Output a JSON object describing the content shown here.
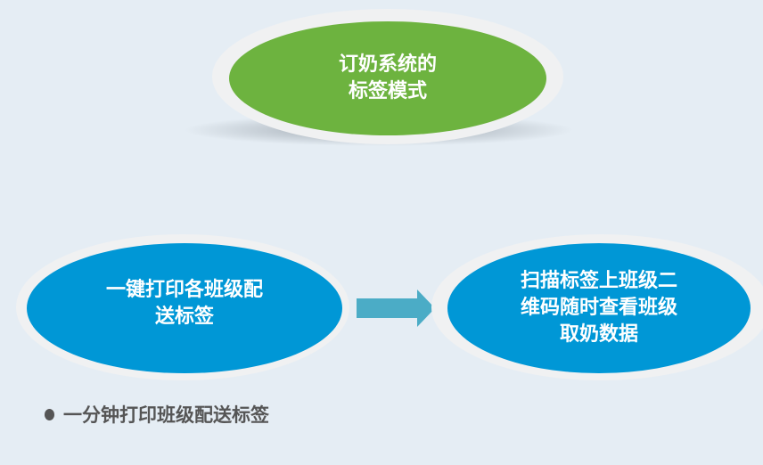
{
  "top_node": {
    "line1": "订奶系统的",
    "line2": "标签模式",
    "color": "#6db33f"
  },
  "left_node": {
    "line1": "一键打印各班级配",
    "line2": "送标签",
    "color": "#0097d6"
  },
  "right_node": {
    "line1": "扫描标签上班级二",
    "line2": "维码随时查看班级",
    "line3": "取奶数据",
    "color": "#0097d6"
  },
  "arrow_color": "#4bacc6",
  "bullet": {
    "text": "一分钟打印班级配送标签"
  }
}
